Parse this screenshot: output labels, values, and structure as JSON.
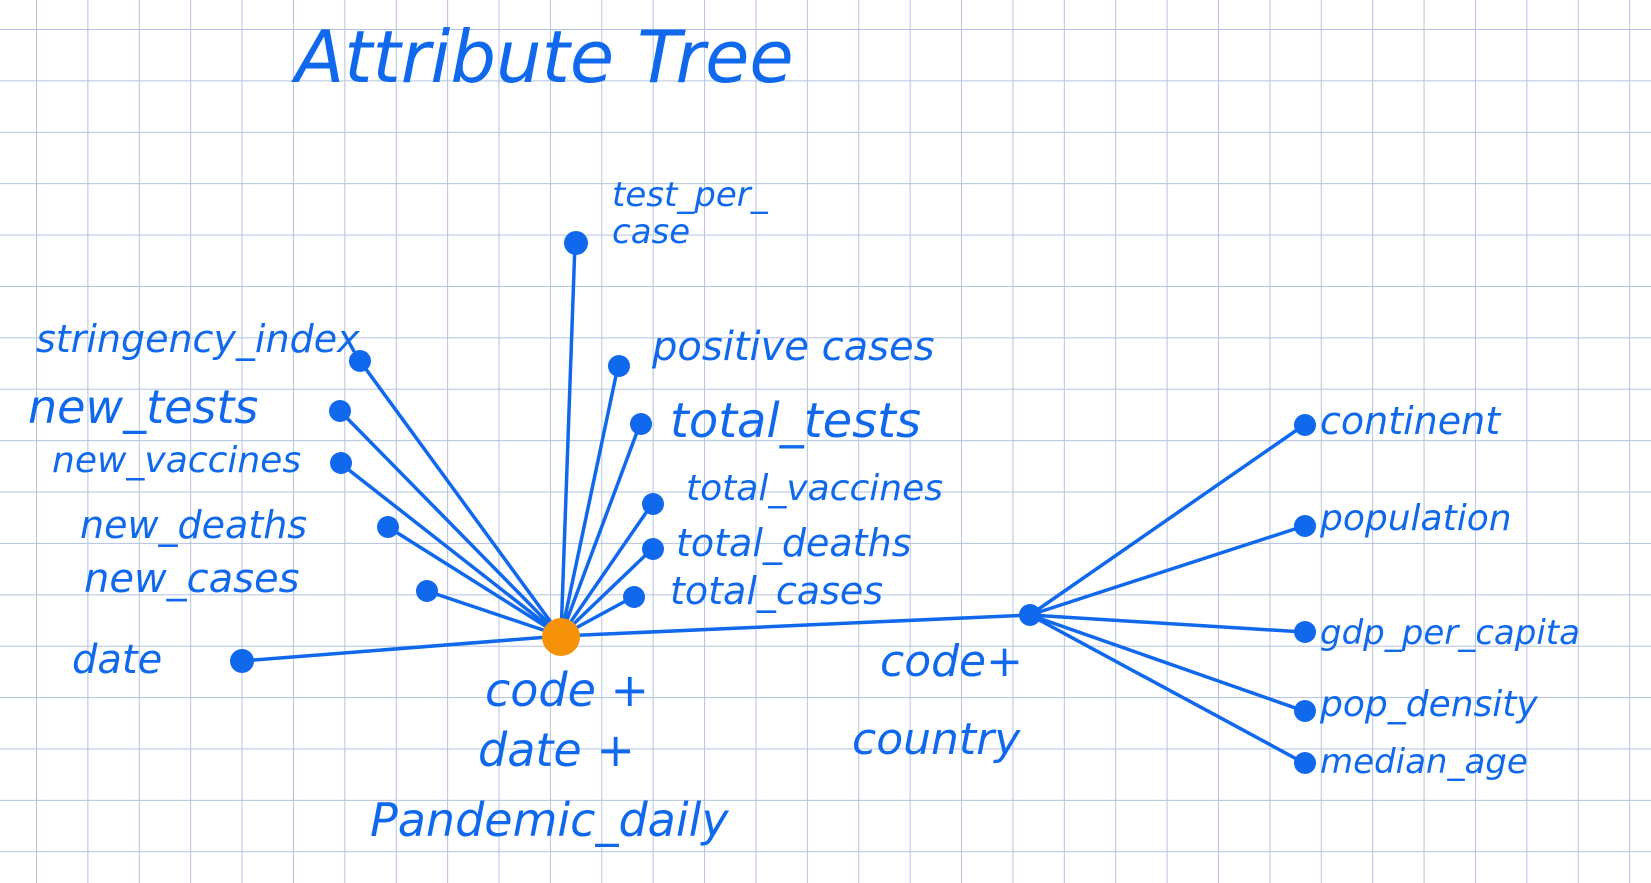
{
  "title": "Attribute Tree",
  "ink_color": "#1069ec",
  "hub_color": "#f5920a",
  "grid_color": "#b3c3df",
  "hub_label": [
    "code +",
    "date +",
    "Pandemic_daily"
  ],
  "country_label": [
    "code+",
    "country"
  ],
  "left_attributes": {
    "stringency_index": "stringency_index",
    "new_tests": "new_tests",
    "new_vaccines": "new_vaccines",
    "new_deaths": "new_deaths",
    "new_cases": "new_cases",
    "date": "date"
  },
  "right_attributes": {
    "test_per_case": [
      "test_per_",
      "case"
    ],
    "positive_cases": "positive cases",
    "total_tests": "total_tests",
    "total_vaccines": "total_vaccines",
    "total_deaths": "total_deaths",
    "total_cases": "total_cases"
  },
  "country_attributes": {
    "continent": "continent",
    "population": "population",
    "gdp_per_capita": "gdp_per_capita",
    "pop_density": "pop_density",
    "median_age": "median_age"
  }
}
